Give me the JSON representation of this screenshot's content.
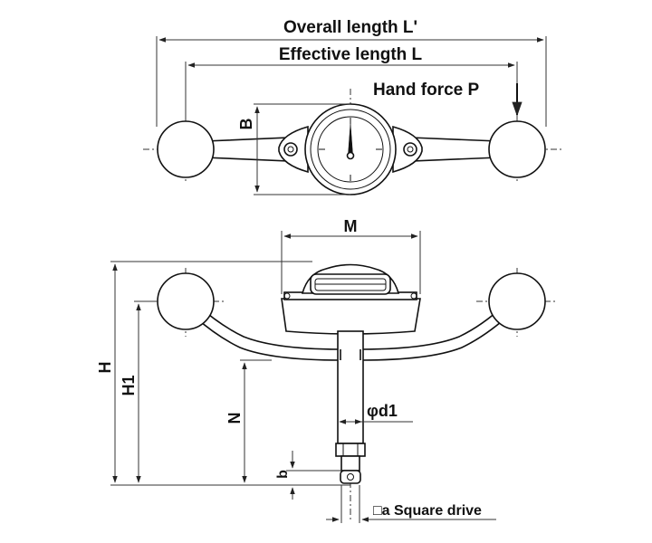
{
  "labels": {
    "overall_length": "Overall length L'",
    "effective_length": "Effective length L",
    "hand_force": "Hand force P",
    "b_dim": "B",
    "m_dim": "M",
    "h_dim": "H",
    "h1_dim": "H1",
    "n_dim": "N",
    "d1_dim": "φd1",
    "small_b_dim": "b",
    "square_drive": "□a Square drive"
  },
  "colors": {
    "line": "#111111",
    "background": "#ffffff"
  }
}
